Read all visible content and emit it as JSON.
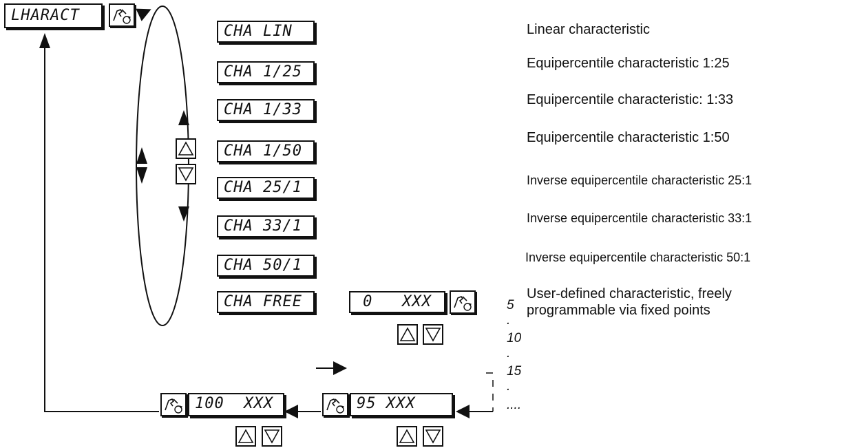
{
  "menu": {
    "parameter_label": "LHARACT"
  },
  "options": [
    {
      "display": "CHA LIN",
      "description": "Linear characteristic"
    },
    {
      "display": "CHA 1/25",
      "description": "Equipercentile characteristic 1:25"
    },
    {
      "display": "CHA 1/33",
      "description": "Equipercentile characteristic: 1:33"
    },
    {
      "display": "CHA 1/50",
      "description": "Equipercentile characteristic 1:50"
    },
    {
      "display": "CHA 25/1",
      "description": "Inverse equipercentile characteristic  25:1"
    },
    {
      "display": "CHA 33/1",
      "description": "Inverse equipercentile characteristic  33:1"
    },
    {
      "display": "CHA 50/1",
      "description": "Inverse equipercentile characteristic  50:1"
    },
    {
      "display": "CHA FREE",
      "description_line1": "User-defined characteristic, freely",
      "description_line2": "programmable via fixed points"
    }
  ],
  "free_points": {
    "first": "0   XXX",
    "second_last": "95 XXX",
    "last": "100  XXX",
    "steps": [
      "5",
      ".",
      "10",
      ".",
      "15",
      ".",
      "...."
    ]
  },
  "icons": {
    "enter": "hand-cycle-icon",
    "up": "up-triangle-icon",
    "down": "down-triangle-icon"
  }
}
